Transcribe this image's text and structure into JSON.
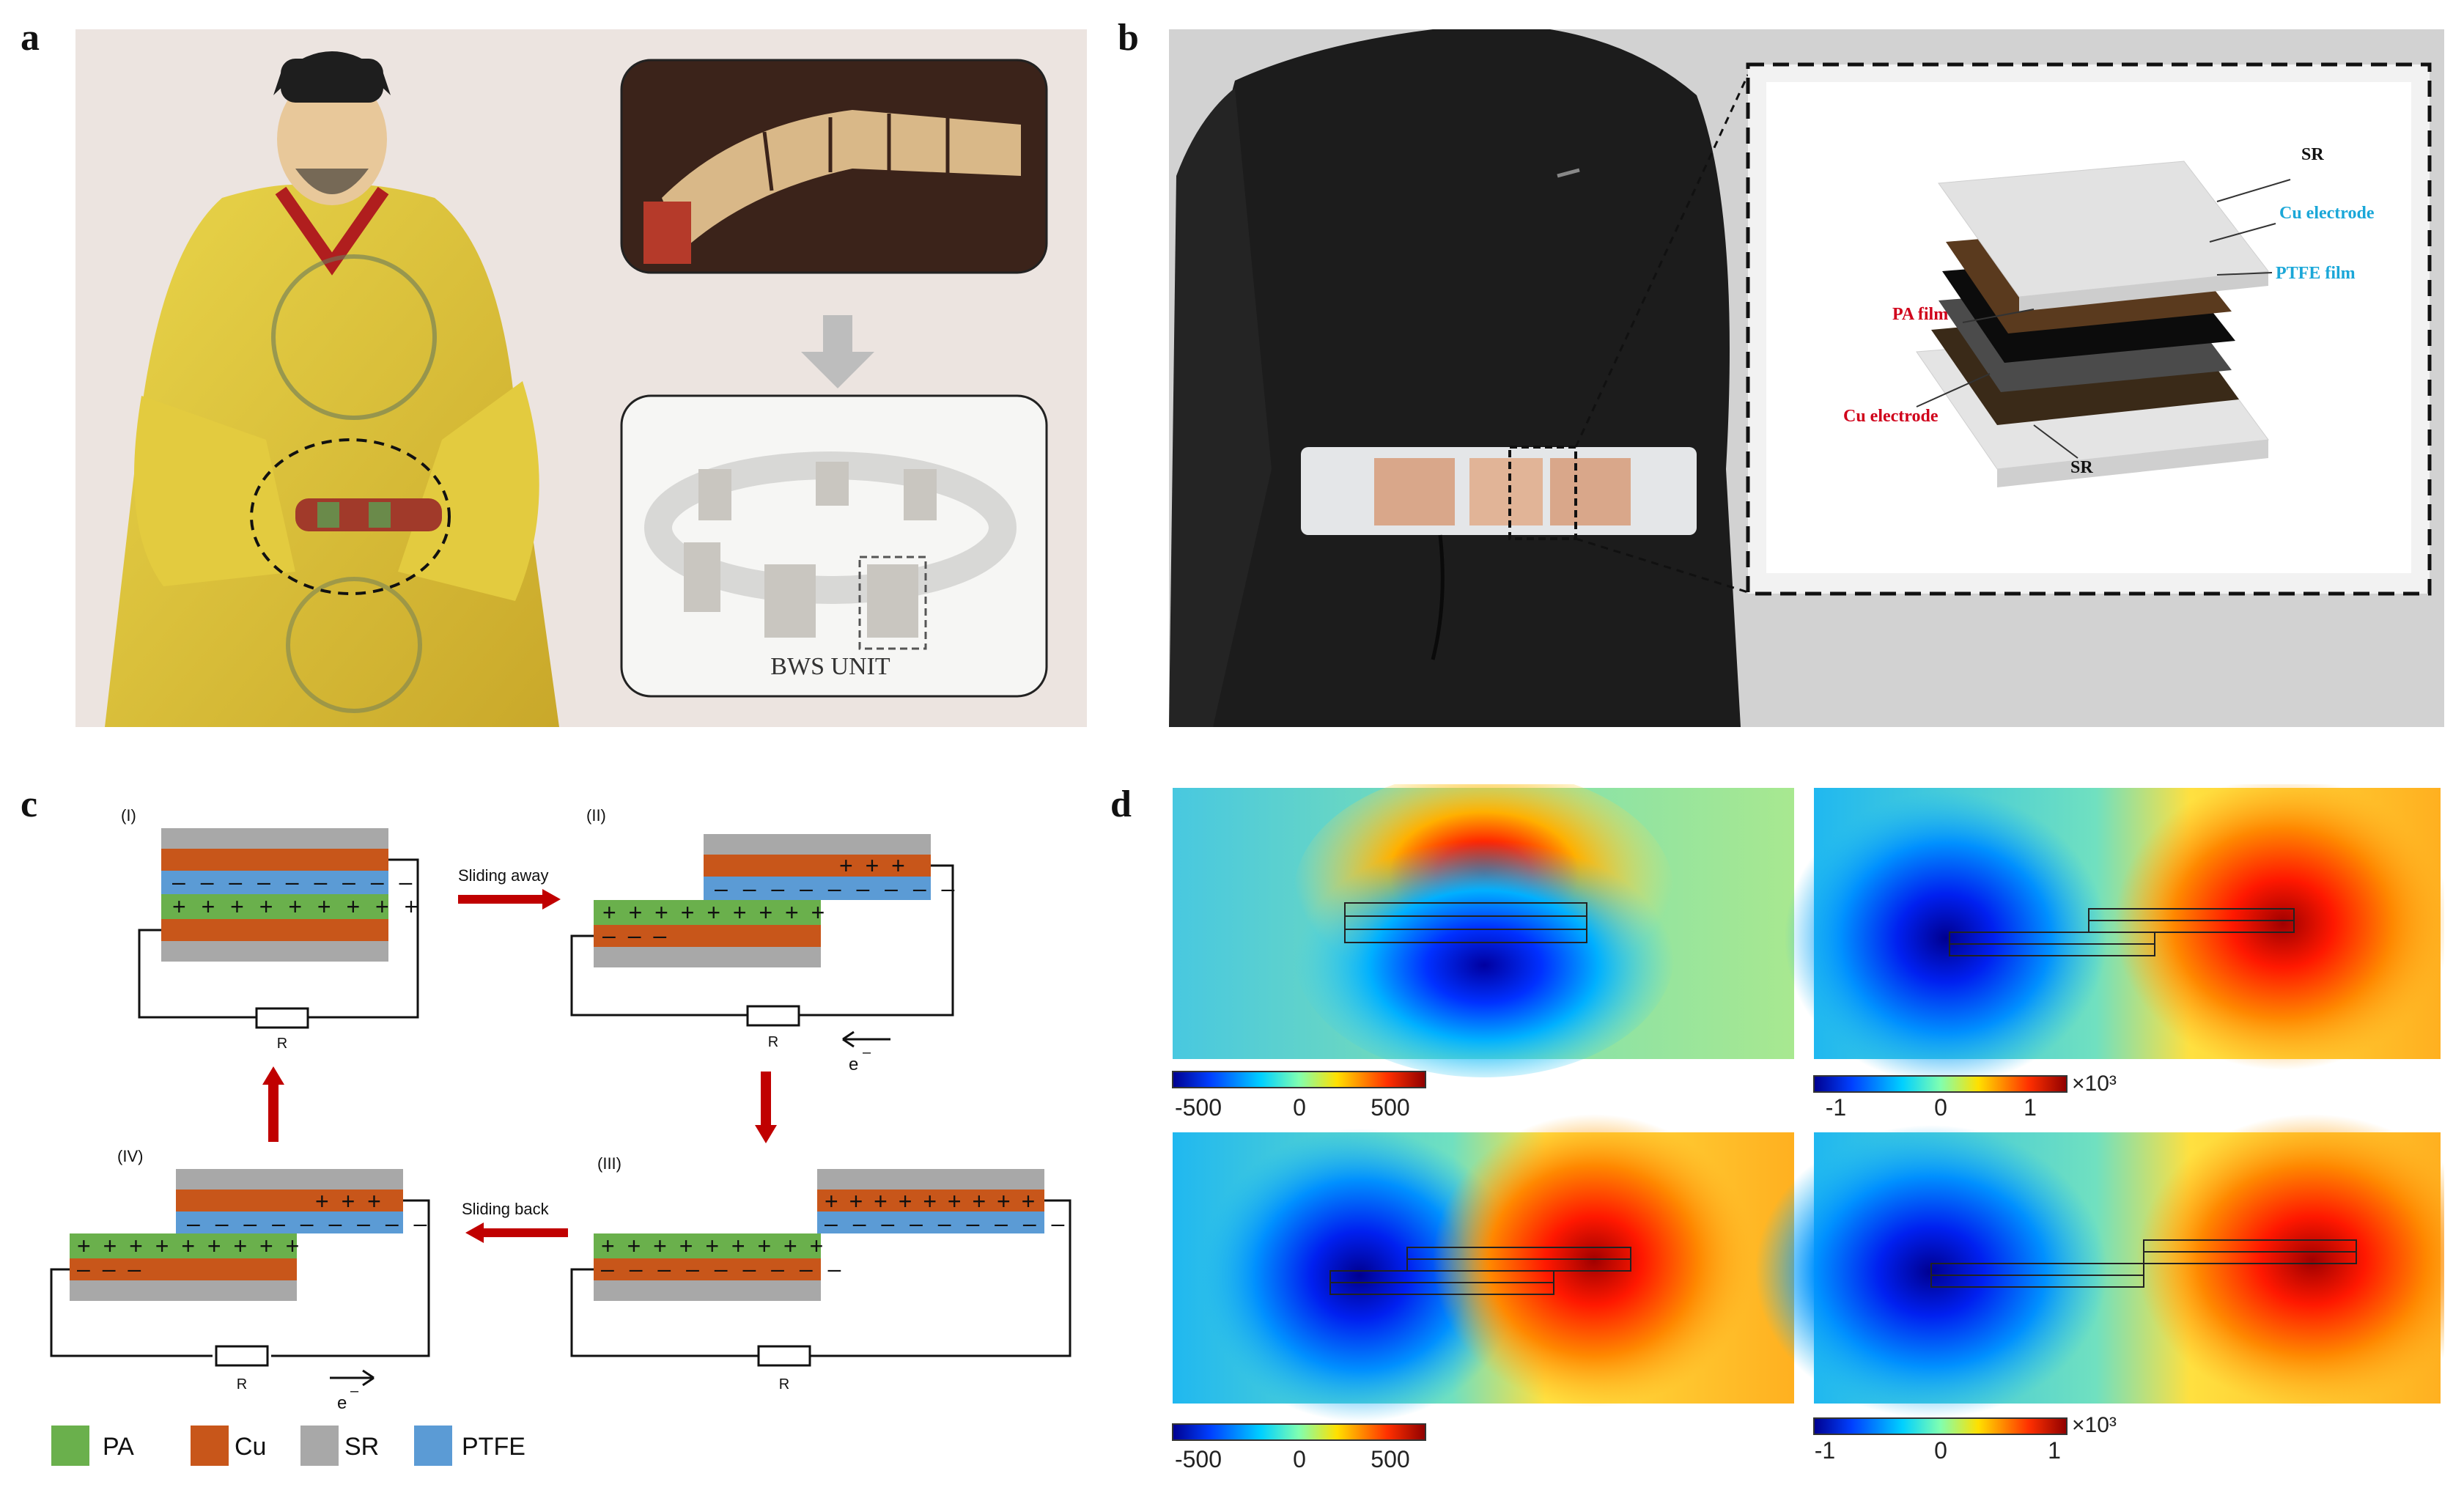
{
  "panel_labels": {
    "a": "a",
    "b": "b",
    "c": "c",
    "d": "d"
  },
  "panel_a": {
    "unit_label": "BWS UNIT"
  },
  "panel_b": {
    "layers": {
      "sr_top": "SR",
      "cu_top": "Cu electrode",
      "ptfe": "PTFE film",
      "pa": "PA film",
      "cu_bottom": "Cu electrode",
      "sr_bottom": "SR"
    },
    "colors": {
      "blue_label": "#1aa7d8",
      "red_label": "#d0021b"
    }
  },
  "panel_c": {
    "stage_labels": [
      "(I)",
      "(II)",
      "(III)",
      "(IV)"
    ],
    "arrow_labels": {
      "away": "Sliding away",
      "back": "Sliding back"
    },
    "resistor": "R",
    "electron": "e",
    "legend": [
      {
        "name": "PA",
        "color": "#6ab04c"
      },
      {
        "name": "Cu",
        "color": "#c8561a"
      },
      {
        "name": "SR",
        "color": "#a8a8a8"
      },
      {
        "name": "PTFE",
        "color": "#5b9bd5"
      }
    ]
  },
  "panel_d": {
    "colorbars": [
      {
        "ticks": [
          "-500",
          "0",
          "500"
        ],
        "multiplier": ""
      },
      {
        "ticks": [
          "-1",
          "0",
          "1"
        ],
        "multiplier": "×10³"
      },
      {
        "ticks": [
          "-500",
          "0",
          "500"
        ],
        "multiplier": ""
      },
      {
        "ticks": [
          "-1",
          "0",
          "1"
        ],
        "multiplier": "×10³"
      }
    ]
  }
}
